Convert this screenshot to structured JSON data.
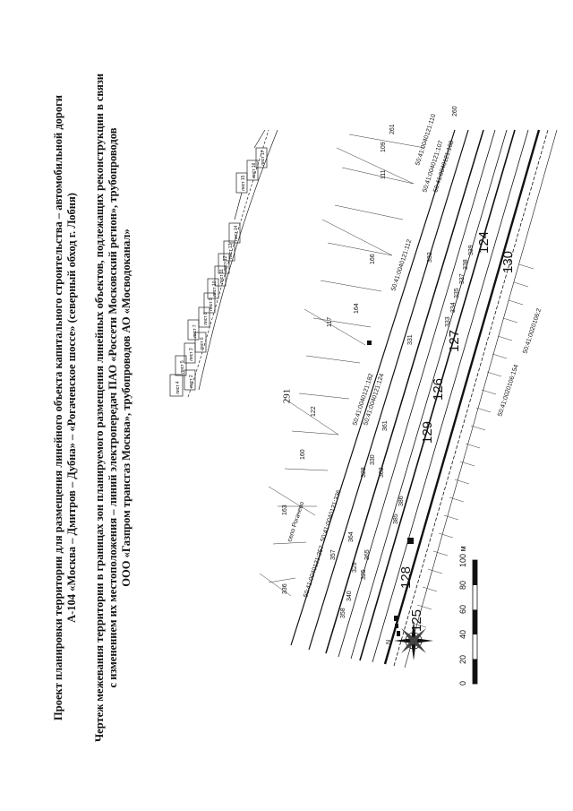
{
  "page_number": "291",
  "title": {
    "line1": "Проект планировки территории для размещения линейного объекта капитального строительства – автомобильной дороги",
    "line2": "А-104 «Москва – Дмитров – Дубна» – «Рогачевское шоссе» (северный обход г. Лобня)"
  },
  "subtitle": {
    "line1": "Чертеж межевания территории в границах зон планируемого размещения линейных объектов, подлежащих реконструкции в связи",
    "line2": "с изменением их местоположения – линий электропередач ПАО «Россети Московский регион», трубопроводов",
    "line3": "ООО «Газпром трансгаз Москва», трубопроводов АО «Мосводоканал»"
  },
  "north_label": "N",
  "scale_bar": {
    "ticks": [
      "0",
      "20",
      "40",
      "60",
      "80",
      "100 м"
    ]
  },
  "sheet_labels": [
    "лист 4",
    "лист 5",
    "лист 2",
    "лист 3",
    "лист 6",
    "лист 7",
    "лист 8",
    "лист 9",
    "лист 10",
    "лист 11",
    "лист 12",
    "лист 13",
    "лист 14",
    "лист 15",
    "лист 16",
    "лист 17"
  ],
  "locality_label": "село Рогачево",
  "cadastral_labels": [
    "50:41:0040121:257",
    "50:41:0040121:336",
    "50:41:0040121:182",
    "50:41:0040121:124",
    "50:41:0040121:112",
    "50:41:0040121:107",
    "50:41:0040121:108",
    "50:41:0040121:110",
    "50:41:0020106:154",
    "50:41:0020106:2"
  ],
  "parcel_numbers_small": [
    "336",
    "163",
    "160",
    "122",
    "117",
    "164",
    "166",
    "111",
    "109",
    "261",
    "260",
    "358",
    "340",
    "329",
    "357",
    "364",
    "365",
    "325",
    "328",
    "330",
    "362",
    "361",
    "331",
    "332",
    "333",
    "334",
    "335",
    "337",
    "338",
    "339",
    "385",
    "386"
  ],
  "zone_numbers_large": [
    "125",
    "128",
    "129",
    "126",
    "127",
    "124",
    "130"
  ]
}
